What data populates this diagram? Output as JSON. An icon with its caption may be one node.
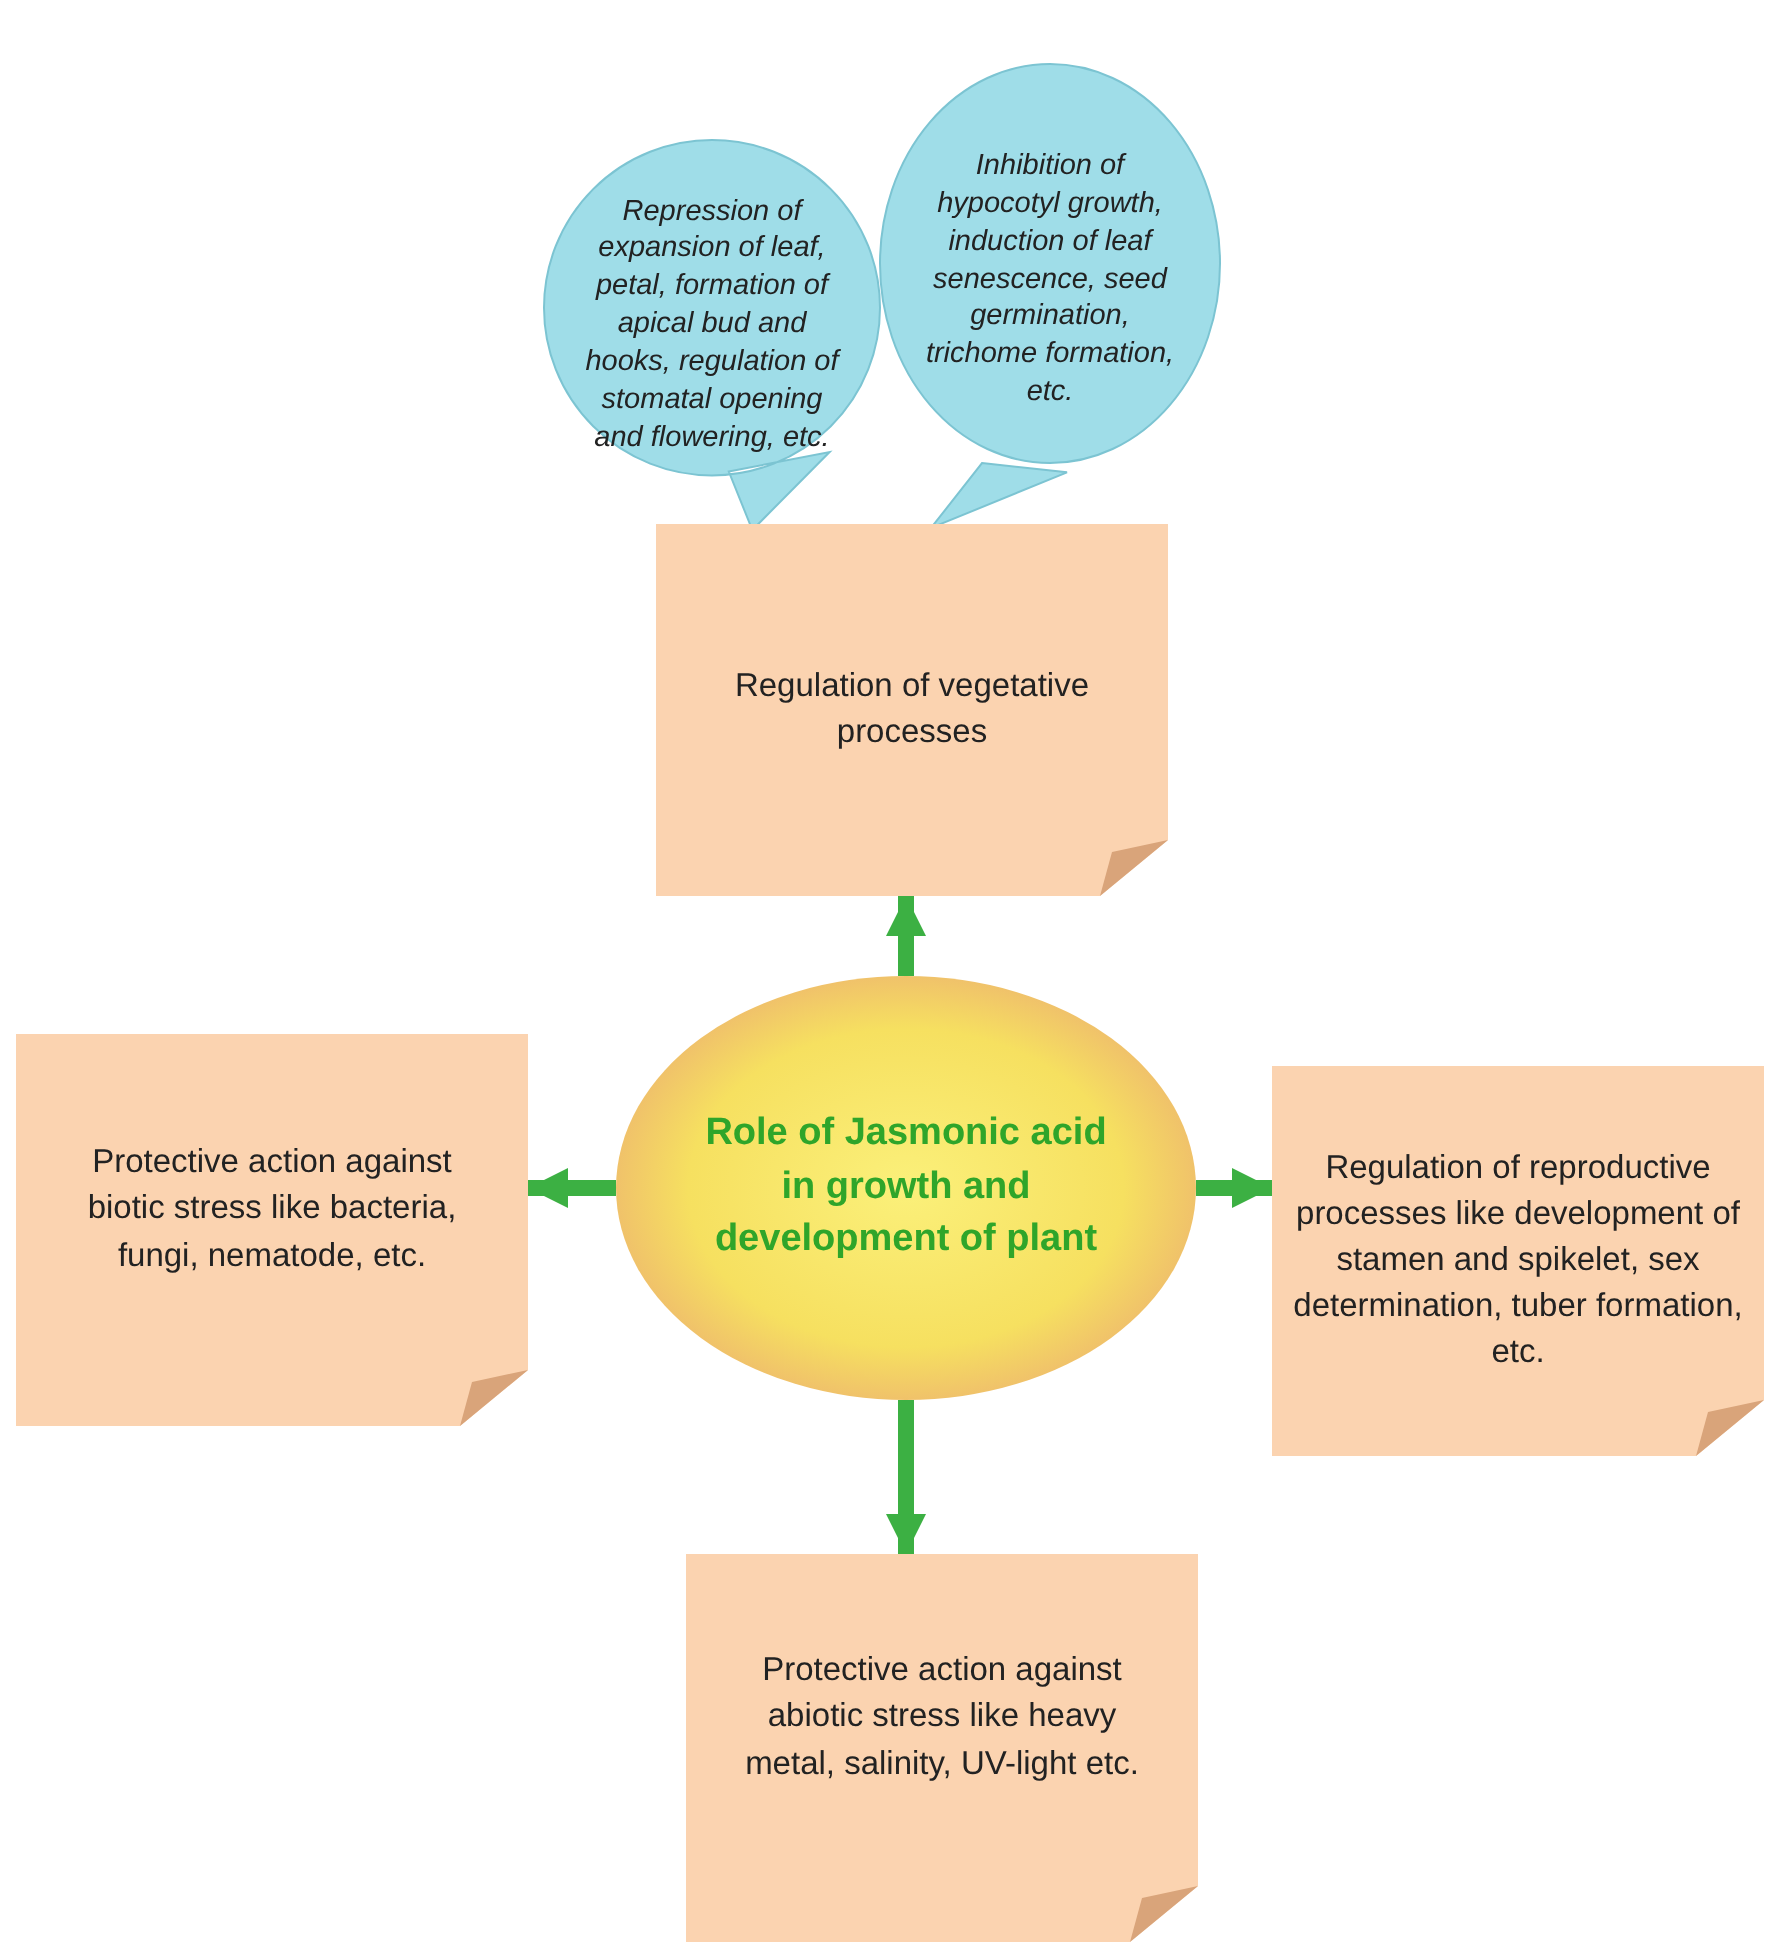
{
  "diagram": {
    "nodes": [
      {
        "text": [
          "Repression of expansion of leaf, petal, formation of apical bud and hooks, regulation of stomatal opening and flowering, etc."
        ]
      },
      {
        "text": [
          "Inhibition of hypocotyl growth, induction of leaf senescence, seed germination, trichome formation, etc."
        ]
      },
      {
        "text": [
          "Regulation of vegetative processes"
        ]
      },
      {
        "text": [
          "Protective action against biotic stress like bacteria, fungi, nematode, etc."
        ]
      },
      {
        "text": [
          "Role of Jasmonic acid in growth and development of plant"
        ]
      },
      {
        "text": [
          "Regulation of reproductive processes like development of stamen and spikelet, sex determination, tuber formation, etc."
        ]
      },
      {
        "text": [
          "Protective action against abiotic stress like heavy metal, salinity, UV-light etc."
        ]
      }
    ],
    "edges": [
      {
        "from": 4,
        "to": 2,
        "arrow": "to"
      },
      {
        "from": 4,
        "to": 3,
        "arrow": "to"
      },
      {
        "from": 4,
        "to": 5,
        "arrow": "to"
      },
      {
        "from": 4,
        "to": 6,
        "arrow": "to"
      }
    ]
  }
}
